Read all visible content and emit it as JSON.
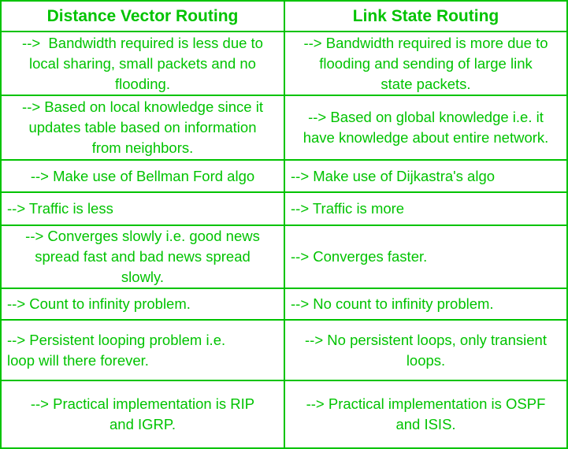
{
  "table": {
    "title": "Distance Vector Routing vs Link State Routing comparison table",
    "header": {
      "left": "Distance Vector Routing",
      "right": "Link State Routing"
    },
    "rows": [
      {
        "topic": "bandwidth",
        "left": {
          "text": "-->  Bandwidth required is less due to\nlocal sharing, small packets and no\nflooding."
        },
        "right": {
          "text": "--> Bandwidth required is more due to\nflooding and sending of large link\nstate packets."
        }
      },
      {
        "topic": "knowledge",
        "left": {
          "text": "--> Based on local knowledge since it\nupdates table based on information\nfrom neighbors."
        },
        "right": {
          "text": "--> Based on global knowledge i.e. it\nhave knowledge about entire network."
        }
      },
      {
        "topic": "algorithm",
        "left": {
          "text": "--> Make use of Bellman Ford algo"
        },
        "right": {
          "text": "--> Make use of Dijkastra's algo"
        }
      },
      {
        "topic": "traffic",
        "left": {
          "text": "--> Traffic is less"
        },
        "right": {
          "text": "--> Traffic is more"
        }
      },
      {
        "topic": "convergence",
        "left": {
          "text": "--> Converges slowly i.e. good news\nspread fast and bad news spread\nslowly."
        },
        "right": {
          "text": "--> Converges faster."
        }
      },
      {
        "topic": "count-to-infinity",
        "left": {
          "text": "--> Count to infinity problem."
        },
        "right": {
          "text": "--> No count to infinity problem."
        }
      },
      {
        "topic": "looping",
        "left": {
          "text": "--> Persistent looping problem i.e.\nloop will there forever."
        },
        "right": {
          "text": "--> No persistent loops, only transient\nloops."
        }
      },
      {
        "topic": "implementation",
        "left": {
          "text": "--> Practical implementation is RIP\nand IGRP."
        },
        "right": {
          "text": "--> Practical implementation is OSPF\nand ISIS."
        }
      }
    ]
  },
  "colors": {
    "text_and_border_green": "#00C300",
    "background": "#FFFFFF"
  }
}
